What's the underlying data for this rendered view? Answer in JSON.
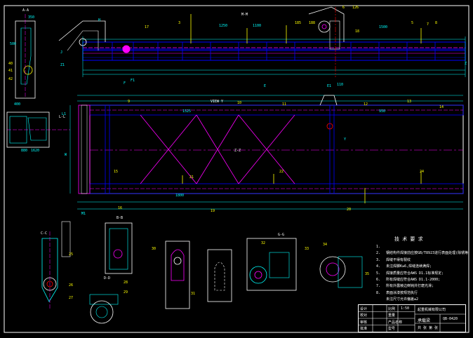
{
  "drawing": {
    "background": "#000000",
    "colors": {
      "frame": "#ffffff",
      "dimension": "#00ffff",
      "centerline": "#ff00ff",
      "member": "#0000ff",
      "label": "#ffff00",
      "section": "#00ff00",
      "hatch": "#ff0000"
    },
    "view_labels": {
      "section_a": "A-A",
      "view_m": "M-M",
      "view_y": "VIEW Y",
      "section_z": "Z-Z",
      "section_b": "B-B",
      "section_c": "C-C",
      "section_l": "L-L",
      "section_d": "D-D",
      "section_g": "G-G"
    },
    "balloons": [
      "6",
      "126",
      "17",
      "3",
      "185",
      "188",
      "18",
      "5",
      "7",
      "8",
      "9",
      "10",
      "11",
      "12",
      "13",
      "14",
      "15",
      "16",
      "19",
      "20",
      "21",
      "22",
      "24",
      "25",
      "26",
      "27",
      "28",
      "29",
      "30",
      "31",
      "32",
      "33",
      "34",
      "35",
      "40",
      "41",
      "42"
    ],
    "dimensions": [
      "E",
      "F",
      "H",
      "W",
      "Z",
      "Y",
      "J",
      "Z1",
      "E1",
      "F1",
      "L1",
      "M1",
      "1250",
      "1100",
      "1500",
      "1525",
      "950",
      "880",
      "1620",
      "500",
      "1800",
      "350",
      "110",
      "400"
    ]
  },
  "notes": {
    "title": "技 术 要 求",
    "items": [
      {
        "num": "1.",
        "text": ""
      },
      {
        "num": "2.",
        "text": "钢结构件焊接前应按GB/T8923进行表面处理(除锈等级Sa2½);"
      },
      {
        "num": "3.",
        "text": "焊缝不得有裂纹"
      },
      {
        "num": "4.",
        "text": "未注焊脚K≥6,焊缝连续满焊;"
      },
      {
        "num": "5.",
        "text": "焊接质量应符合AWS D1.1标准规定;"
      },
      {
        "num": "6.",
        "text": "所有焊缝应符合AWS D1.1-2000;"
      },
      {
        "num": "7.",
        "text": "所有外露棱边倒钝并打磨光滑;"
      },
      {
        "num": "8.",
        "text": "表面涂漆按规范执行"
      }
    ],
    "extra": "未注尺寸允许偏差±2"
  },
  "title_block": {
    "rows": [
      "设计",
      "校对",
      "审核",
      "批准"
    ],
    "scale_label": "比例",
    "scale_value": "1:50",
    "weight_label": "重量",
    "weight_value": "",
    "product_label": "产品名称",
    "product_code": "型号",
    "drawing_name": "承载梁",
    "sheet_label": "共 张 第 张",
    "company": "起重机械有限公司",
    "drawing_no": "QB-0420"
  }
}
